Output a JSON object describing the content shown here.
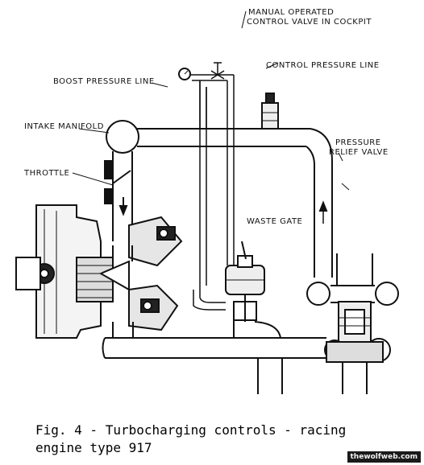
{
  "labels": {
    "manual_valve_line1": "MANUAL OPERATED",
    "manual_valve_line2": "CONTROL VALVE IN COCKPIT",
    "control_pressure_line": "CONTROL PRESSURE LINE",
    "boost_pressure_line": "BOOST PRESSURE LINE",
    "intake_manifold": "INTAKE MANIFOLD",
    "pressure_relief_line1": "PRESSURE",
    "pressure_relief_line2": "RELIEF VALVE",
    "throttle": "THROTTLE",
    "waste_gate": "WASTE GATE"
  },
  "caption": {
    "line1": "Fig. 4 - Turbocharging controls - racing",
    "line2": "engine type 917"
  },
  "watermark": "thewolfweb.com",
  "colors": {
    "ink": "#111111",
    "background": "#ffffff"
  }
}
